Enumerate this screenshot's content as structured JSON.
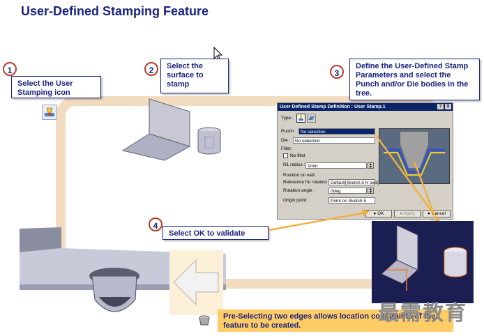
{
  "title": "User-Defined Stamping Feature",
  "steps": [
    {
      "num": "1",
      "text": "Select the User Stamping icon"
    },
    {
      "num": "2",
      "text": "Select the surface to stamp"
    },
    {
      "num": "3",
      "text": "Define the User-Defined Stamp Parameters and select the Punch and/or  Die bodies in the tree."
    },
    {
      "num": "4",
      "text": "Select OK to validate"
    }
  ],
  "dialog": {
    "title": "User Defined Stamp Definition : User Stamp.1",
    "help_btn": "?",
    "close_btn": "X",
    "type_label": "Type :",
    "punch_label": "Punch :",
    "punch_value": "No selection",
    "die_label": "Die :",
    "die_value": "No selection",
    "fillet_label": "Fillet:",
    "no_fillet_label": "No fillet",
    "r1_label": "R1 radius :",
    "r1_value": "1mm",
    "position_label": "Position on wall",
    "ref_rotation_label": "Reference for rotation :",
    "ref_rotation_value": "Default(Sketch.5 H axis)",
    "rotation_label": "Rotation angle :",
    "rotation_value": "0deg",
    "origin_label": "Origin point:",
    "origin_value": "Point on Sketch.5",
    "ok_label": "OK",
    "apply_label": "Apply",
    "cancel_label": "Cancel"
  },
  "note": "Pre-Selecting two edges allows location constraints of the feature to be created.",
  "watermark": "最需教育",
  "colors": {
    "accent": "#1a237e",
    "badge_border": "#b83a2a",
    "loop": "#f2dcc0",
    "note_bg": "#ffcc66",
    "dialog_title": "#0a246a"
  }
}
